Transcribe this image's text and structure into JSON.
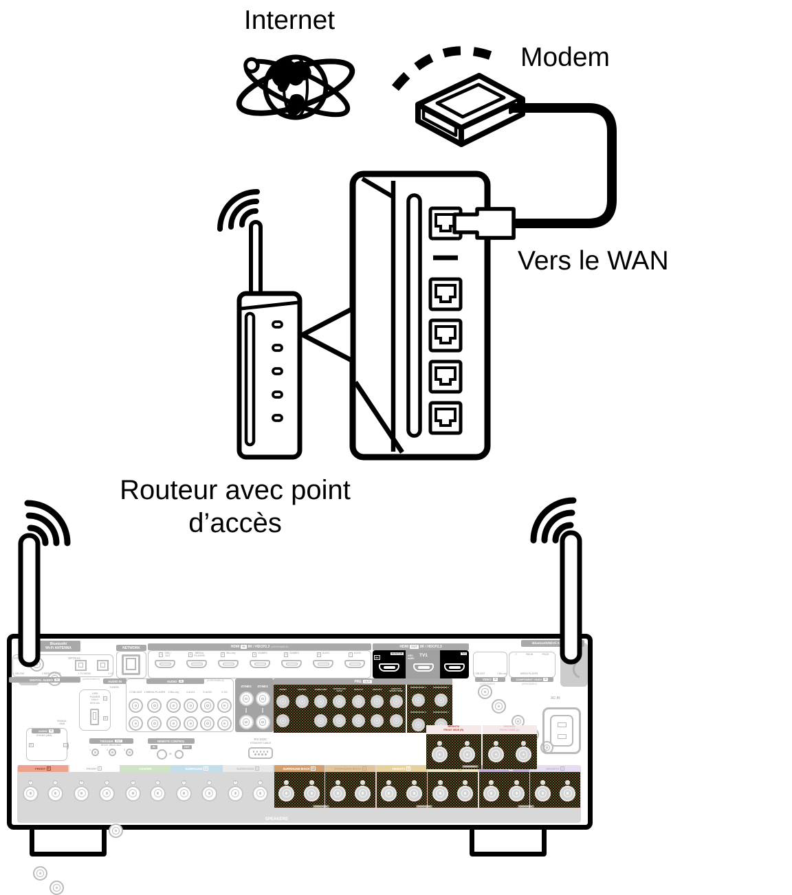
{
  "diagram": {
    "internet_label": "Internet",
    "modem_label": "Modem",
    "wan_label": "Vers le WAN",
    "router_label_line1": "Routeur avec point",
    "router_label_line2": "d’accès"
  },
  "receiver": {
    "bt_left": [
      "Bluetooth/",
      "Wi-Fi ANTENNA"
    ],
    "bt_right": "Bluetooth/Wi-Fi ANTENNA",
    "digital": {
      "coaxial": "COAXIAL",
      "optical": "OPTICAL",
      "labels": [
        "1 CBL/SAT",
        "2 MEDIA PLAYER",
        "1 TV AUDIO",
        "2 CD"
      ],
      "bar": "DIGITAL AUDIO",
      "tag": "IN",
      "assignable": "(ASSIGNABLE)"
    },
    "network": "NETWORK",
    "hdmi_in": {
      "title": "HDMI",
      "tag": "IN",
      "spec": "8K / HDCP2.3",
      "assignable": "(ASSIGNABLE)",
      "ports": [
        {
          "num": "1",
          "lines": [
            "CBL/",
            "SAT"
          ]
        },
        {
          "num": "2",
          "lines": [
            "MEDIA",
            "PLAYER"
          ]
        },
        {
          "num": "3",
          "lines": [
            "Blu-ray"
          ]
        },
        {
          "num": "4",
          "lines": [
            "GAME1"
          ]
        },
        {
          "num": "5",
          "lines": [
            "GAME2"
          ]
        },
        {
          "num": "6",
          "lines": [
            "AUX1"
          ]
        },
        {
          "num": "7",
          "lines": [
            "AUX2"
          ]
        }
      ]
    },
    "hdmi_out": {
      "title": "HDMI",
      "tag": "OUT",
      "spec": "8K / HDCP2.3",
      "p1_tag": "8K",
      "p1_monitor": "MONITOR",
      "p2a": "ARC",
      "p2b": "eARC",
      "p2_label": "TV1",
      "p3_tag": "TV2"
    },
    "video_in": {
      "labels": [
        "1 CBL/SAT",
        "2 Blu-ray"
      ],
      "bar": "VIDEO",
      "tag": "IN",
      "assignable": "(ASSIGNABLE)"
    },
    "component": {
      "jacks": [
        "Y",
        "PB/CB",
        "PR/CR"
      ],
      "media": "MEDIA PLAYER",
      "bar": "COMPONENT VIDEO",
      "tag": "IN",
      "assignable": "(ASSIGNABLE)"
    },
    "usb": {
      "l1": "USB",
      "l2": "POWER",
      "l3": "ONLY",
      "l4": "5V/1.5A"
    },
    "tuner": {
      "bar": "AUDIO IN",
      "label": "TUNER",
      "l": "L",
      "r": "R"
    },
    "audio_in": {
      "bar": "AUDIO",
      "tag": "IN",
      "assignable": "(ASSIGNABLE)",
      "labels": [
        "1 CBL/SAT",
        "2 MEDIA PLAYER",
        "3 Blu-ray",
        "4 AUX1",
        "5 AUX2",
        "6 CD"
      ]
    },
    "zones": [
      "ZONE2",
      "ZONE3"
    ],
    "pre_out": {
      "bar": "PRE",
      "tag": "OUT",
      "labels": [
        "FRONT",
        "CENTER",
        "SURROUND",
        "SURROUND BACK",
        "HEIGHT1",
        "HEIGHT2",
        "HEIGHT3/|FRONT WIDE"
      ],
      "subs": [
        "SUBWOOFER 1",
        "SUBWOOFER 2",
        "SUBWOOFER 3",
        "SUBWOOFER 4"
      ]
    },
    "signal_gnd": [
      "SIGNAL",
      "GND"
    ],
    "phono": {
      "bar": "AUDIO",
      "tag": "IN",
      "label": "PHONO (MM)",
      "r": "R",
      "l": "L"
    },
    "trigger": {
      "title": "TRIGGER",
      "tag": "OUT",
      "sub": "DC12V 100mA MAX.",
      "nums": [
        "1",
        "2",
        "3"
      ]
    },
    "remote": {
      "title": "REMOTE CONTROL",
      "tin": "IN",
      "tout": "OUT",
      "ir": "IR"
    },
    "rs232": {
      "title": "RS-232C",
      "sub": "STRAIGHT CABLE"
    },
    "height3": {
      "blocks": [
        {
          "l1": "HEIGHT3/",
          "l2": "FRONT WIDE (R)",
          "hot": true
        },
        {
          "l1": "HEIGHT3/",
          "l2": "FRONT WIDE (L)",
          "hot": false
        }
      ],
      "assignable": "ASSIGNABLE"
    },
    "ac_in": "AC IN",
    "speakers": "SPEAKERS",
    "assignable_tag": "ASSIGNABLE",
    "speaker_groups": [
      {
        "label": "FRONT",
        "side": "R",
        "bg": "#eda28e",
        "fg": "#9c4a32",
        "dark": false
      },
      {
        "label": "FRONT",
        "side": "L",
        "bg": "#ffffff",
        "fg": "#bdbdbd",
        "dark": false
      },
      {
        "label": "CENTER",
        "side": "",
        "bg": "#cfe4c4",
        "fg": "#ffffff",
        "dark": false
      },
      {
        "label": "SURROUND",
        "side": "R",
        "bg": "#c3ddeb",
        "fg": "#ffffff",
        "dark": false
      },
      {
        "label": "SURROUND",
        "side": "L",
        "bg": "#eaeaea",
        "fg": "#c0c0c0",
        "dark": false
      },
      {
        "label": "SURROUND BACK",
        "side": "R",
        "bg": "#d2a06e",
        "fg": "#ffffff",
        "dark": true
      },
      {
        "label": "SURROUND BACK",
        "side": "L",
        "bg": "#dfc49c",
        "fg": "#c8a87c",
        "dark": true
      },
      {
        "label": "HEIGHT1",
        "side": "R",
        "bg": "#e7d19d",
        "fg": "#ffffff",
        "dark": true
      },
      {
        "label": "HEIGHT1",
        "side": "L",
        "bg": "#f2e8c9",
        "fg": "#d7c28b",
        "dark": true
      },
      {
        "label": "HEIGHT2",
        "side": "R",
        "bg": "#c6afd8",
        "fg": "#ffffff",
        "dark": true
      },
      {
        "label": "HEIGHT2",
        "side": "L",
        "bg": "#e6def0",
        "fg": "#c2b2d6",
        "dark": true
      }
    ]
  }
}
